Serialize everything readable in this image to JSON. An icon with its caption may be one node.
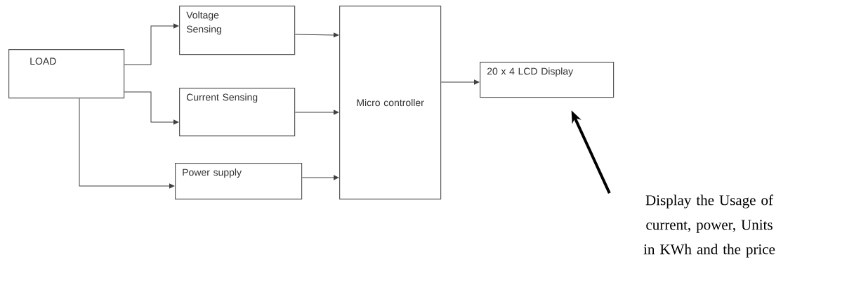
{
  "diagram": {
    "nodes": [
      {
        "text": [
          "LOAD"
        ]
      },
      {
        "text": [
          "Voltage Sensing"
        ]
      },
      {
        "text": [
          "Current Sensing"
        ]
      },
      {
        "text": [
          "Power supply"
        ]
      },
      {
        "text": [
          "Micro controller"
        ]
      },
      {
        "text": [
          "20 x 4 LCD Display"
        ]
      },
      {
        "text": [
          "Display the Usage of current, power, Units in KWh and the price"
        ]
      }
    ],
    "edges": [
      {
        "from": 0,
        "to": 1,
        "arrow": "to"
      },
      {
        "from": 0,
        "to": 2,
        "arrow": "to"
      },
      {
        "from": 0,
        "to": 3,
        "arrow": "to"
      },
      {
        "from": 1,
        "to": 4,
        "arrow": "to"
      },
      {
        "from": 2,
        "to": 4,
        "arrow": "to"
      },
      {
        "from": 3,
        "to": 4,
        "arrow": "to"
      },
      {
        "from": 4,
        "to": 5,
        "arrow": "to"
      },
      {
        "from": 6,
        "to": 5,
        "arrow": "to",
        "style": "thick"
      }
    ]
  }
}
